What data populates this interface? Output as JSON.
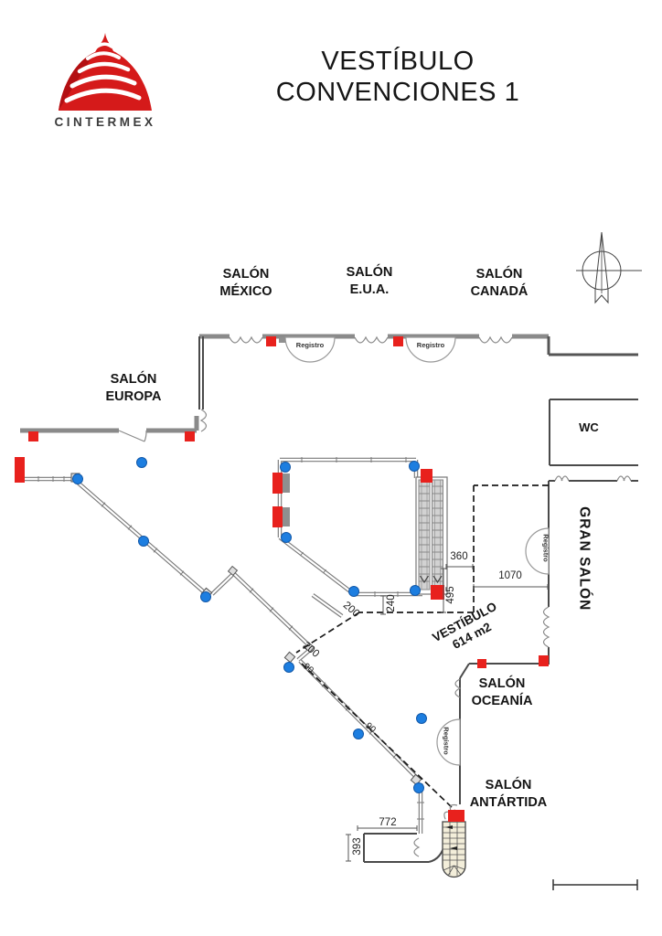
{
  "header": {
    "title": "VESTÍBULO\nCONVENCIONES 1",
    "logo_text": "CINTERMEX"
  },
  "labels": {
    "salon_mexico": "SALÓN\nMÉXICO",
    "salon_eua": "SALÓN\nE.U.A.",
    "salon_canada": "SALÓN\nCANADÁ",
    "salon_europa": "SALÓN\nEUROPA",
    "wc": "WC",
    "gran_salon": "GRAN SALÓN",
    "vestibulo_area": "VESTÍBULO\n614 m2",
    "salon_oceania": "SALÓN\nOCEANÍA",
    "salon_antartida": "SALÓN\nANTÁRTIDA",
    "registro": "Registro"
  },
  "dims": {
    "d360": "360",
    "d1070": "1070",
    "d495": "495",
    "d240": "240",
    "d200_upper": "200",
    "d200_lower": "200",
    "d90_upper": "90",
    "d90_lower": "90",
    "d772": "772",
    "d393": "393"
  },
  "colors": {
    "marker_red": "#e8211d",
    "column_blue": "#1d7ee0",
    "wall_gray": "#8a8a8a",
    "wall_dark": "#4a4a4a",
    "stair_fill": "#f3eeda",
    "logo_red": "#d51a1a"
  }
}
